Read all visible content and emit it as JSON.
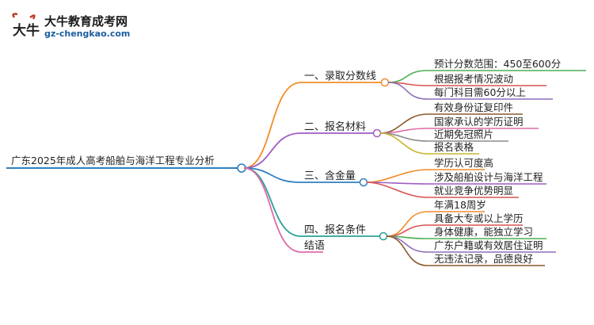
{
  "logo": {
    "title": "大牛教育成考网",
    "url": "gz-chengkao.com",
    "glyph": "大牛"
  },
  "mindmap": {
    "root": "广东2025年成人高考船舶与海洋工程专业分析",
    "branches": [
      {
        "label": "一、录取分数线",
        "color": "#f28c28",
        "leaves": [
          {
            "text": "预计分数范围：450至600分",
            "color": "#4caf50"
          },
          {
            "text": "根据报考情况波动",
            "color": "#d9534f"
          },
          {
            "text": "每门科目需60分以上",
            "color": "#8e6fb8"
          }
        ]
      },
      {
        "label": "二、报名材料",
        "color": "#a05cc4",
        "leaves": [
          {
            "text": "有效身份证复印件",
            "color": "#8b5a2b"
          },
          {
            "text": "国家承认的学历证明",
            "color": "#e06aa8"
          },
          {
            "text": "近期免冠照片",
            "color": "#8b8b8b"
          },
          {
            "text": "报名表格",
            "color": "#c7b52a"
          }
        ]
      },
      {
        "label": "三、含金量",
        "color": "#2f7fbf",
        "leaves": [
          {
            "text": "学历认可度高",
            "color": "#f28c28"
          },
          {
            "text": "涉及船舶设计与海洋工程",
            "color": "#a05cc4"
          },
          {
            "text": "就业竞争优势明显",
            "color": "#d9534f"
          }
        ]
      },
      {
        "label": "四、报名条件",
        "color": "#2aa198",
        "leaves": [
          {
            "text": "年满18周岁",
            "color": "#f28c28"
          },
          {
            "text": "具备大专或以上学历",
            "color": "#d9534f"
          },
          {
            "text": "身体健康，能独立学习",
            "color": "#4caf50"
          },
          {
            "text": "广东户籍或有效居住证明",
            "color": "#8e6fb8"
          },
          {
            "text": "无违法记录，品德良好",
            "color": "#8b5a2b"
          }
        ]
      },
      {
        "label": "结语",
        "color": "#e06aa8",
        "leaves": []
      }
    ]
  }
}
